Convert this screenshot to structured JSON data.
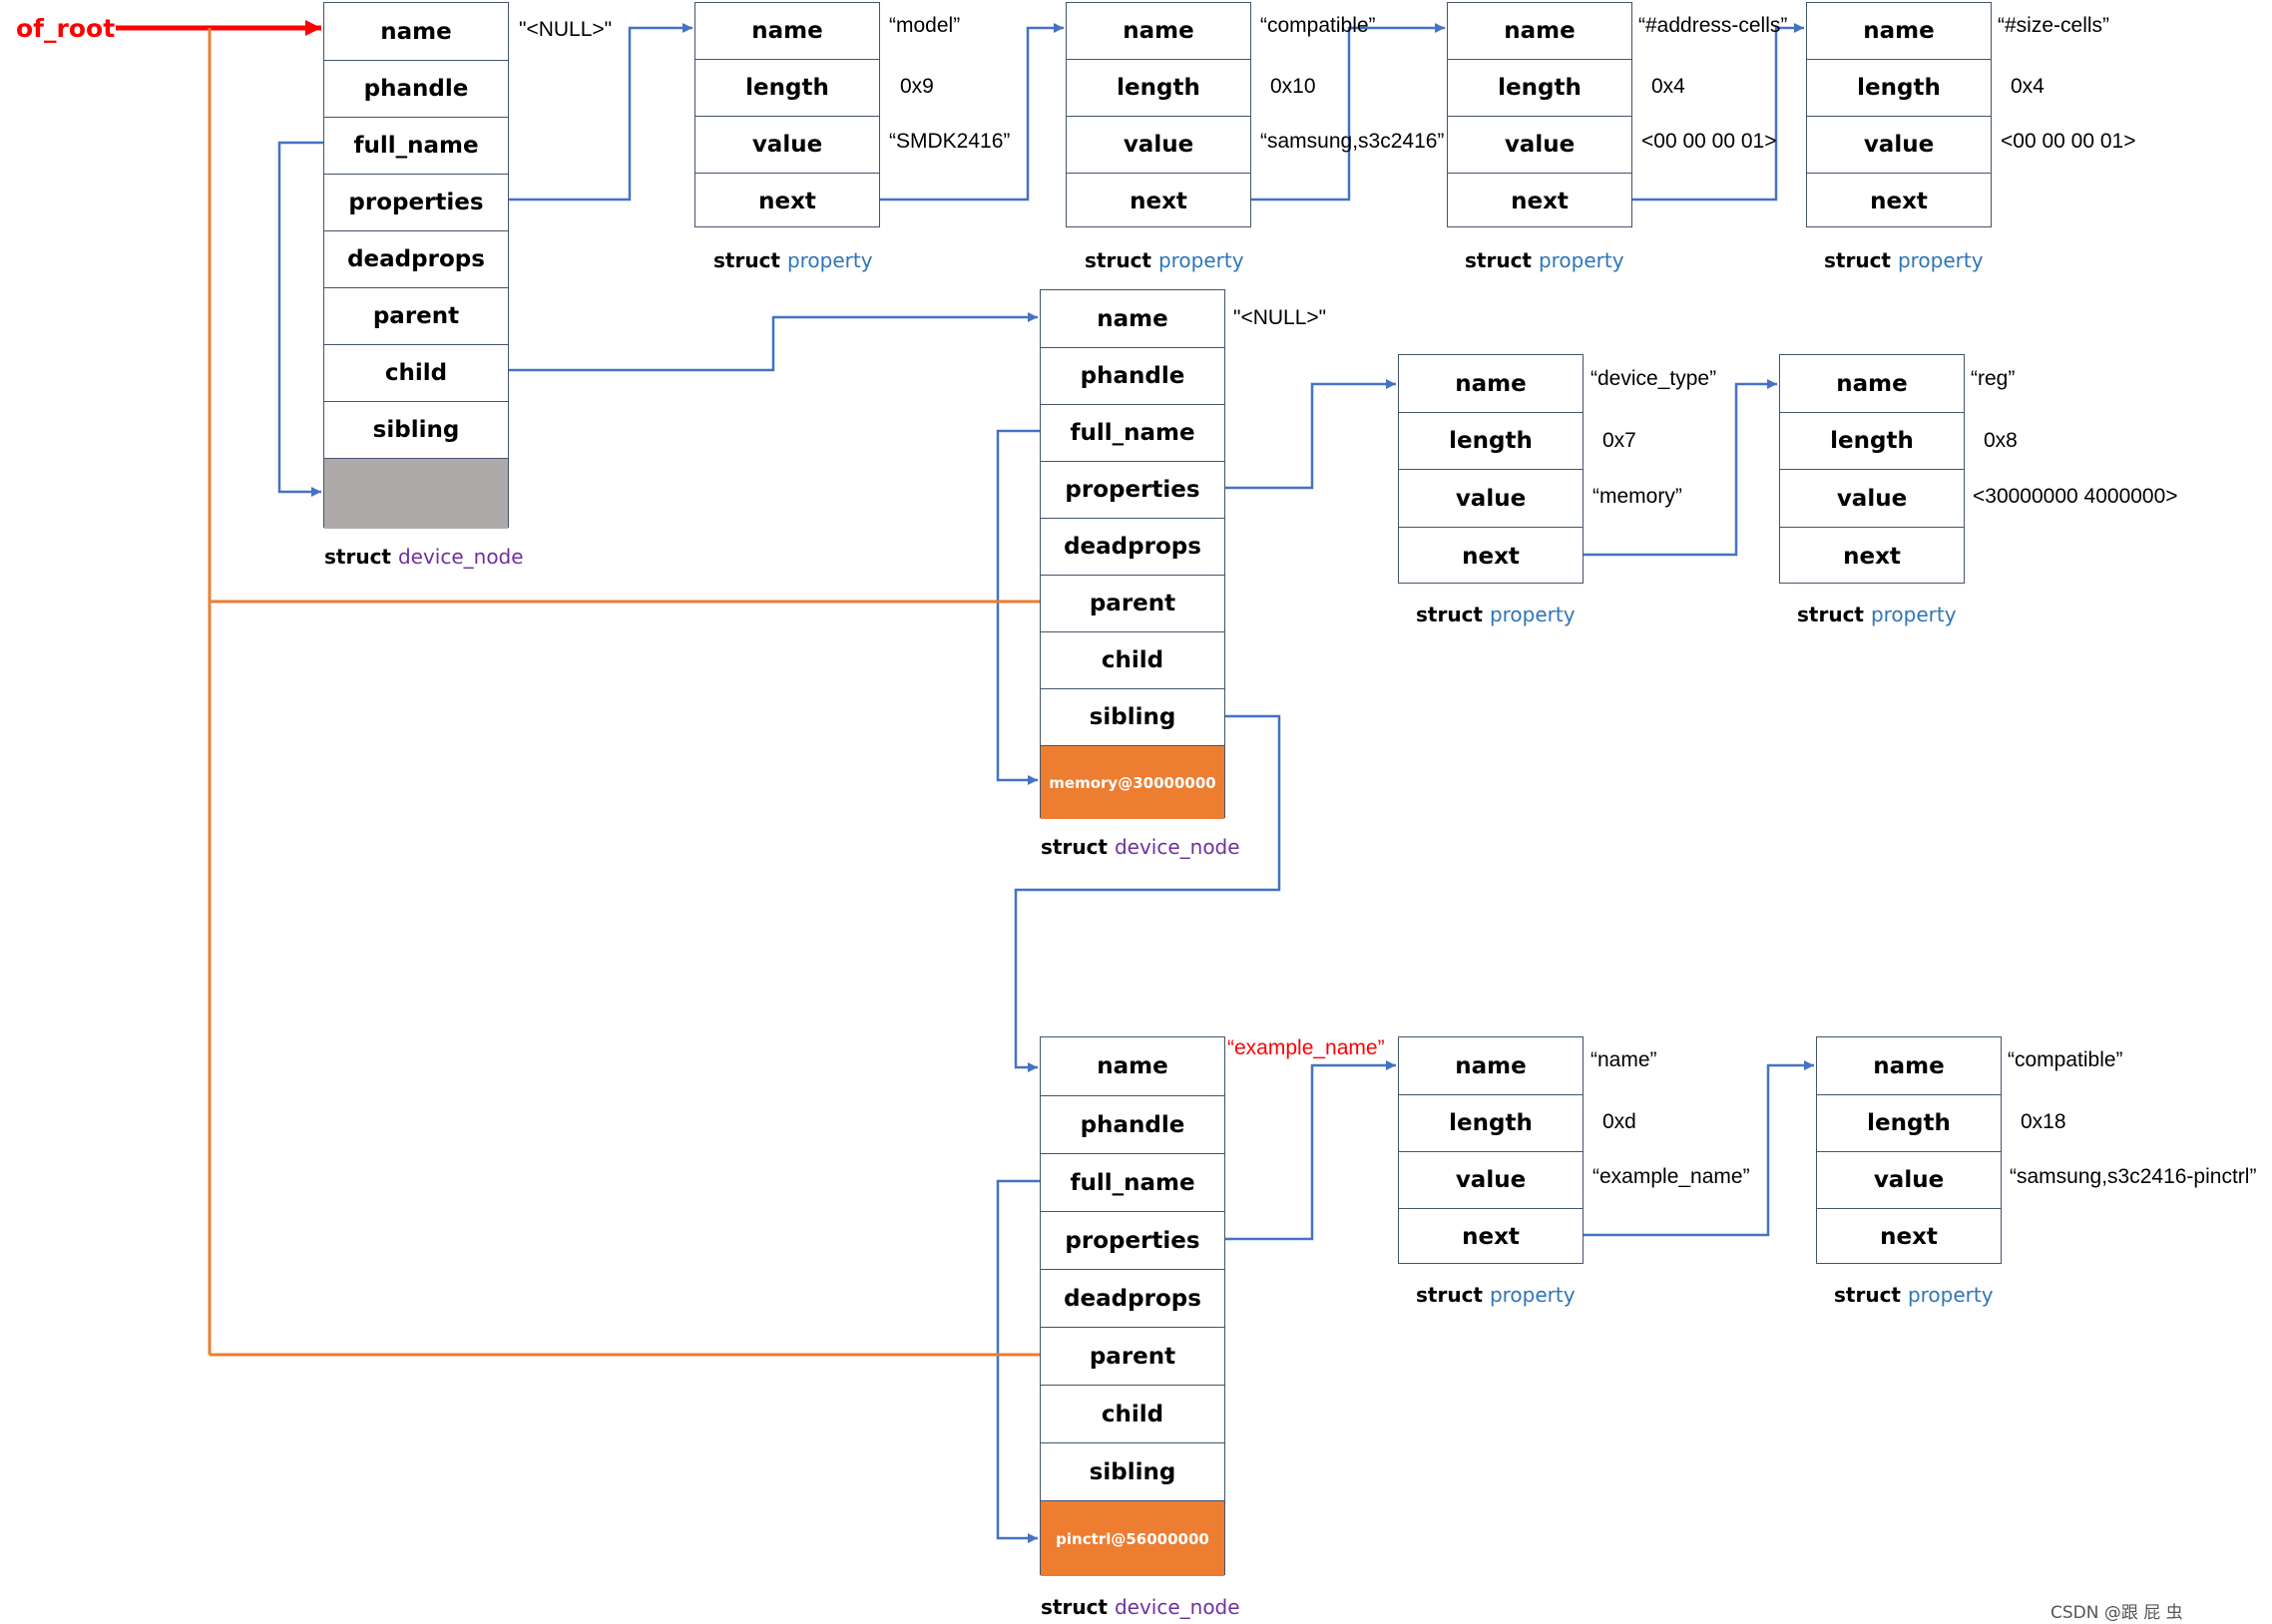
{
  "root_label": "of_root",
  "colors": {
    "box_border": "#44546a",
    "blue_link": "#4472c4",
    "orange_link": "#ed7d31",
    "root_arrow": "#ff0000",
    "type_purple": "#7030a0",
    "type_blue": "#2e75b6"
  },
  "device_node_fields": [
    "name",
    "phandle",
    "full_name",
    "properties",
    "deadprops",
    "parent",
    "child",
    "sibling"
  ],
  "property_fields": [
    "name",
    "length",
    "value",
    "next"
  ],
  "caption_keyword": "struct",
  "device_node_type": "device_node",
  "property_type": "property",
  "root_node": {
    "name_value": "\"<NULL>\"",
    "properties": [
      {
        "name": "“model”",
        "length": "0x9",
        "value": "“SMDK2416”"
      },
      {
        "name": "“compatible”",
        "length": "0x10",
        "value": "“samsung,s3c2416”"
      },
      {
        "name": "“#address-cells”",
        "length": "0x4",
        "value": "<00 00 00 01>"
      },
      {
        "name": "“#size-cells”",
        "length": "0x4",
        "value": "<00 00 00 01>"
      }
    ]
  },
  "memory_node": {
    "name_value": "\"<NULL>\"",
    "full_name": "memory@30000000",
    "properties": [
      {
        "name": "“device_type”",
        "length": "0x7",
        "value": "“memory”"
      },
      {
        "name": "“reg”",
        "length": "0x8",
        "value": "<30000000 4000000>"
      }
    ]
  },
  "pinctrl_node": {
    "name_value": "“example_name”",
    "full_name": "pinctrl@56000000",
    "properties": [
      {
        "name": "“name”",
        "length": "0xd",
        "value": "“example_name”"
      },
      {
        "name": "“compatible”",
        "length": "0x18",
        "value": "“samsung,s3c2416-pinctrl”"
      }
    ]
  },
  "watermark": "CSDN @跟 屁 虫"
}
